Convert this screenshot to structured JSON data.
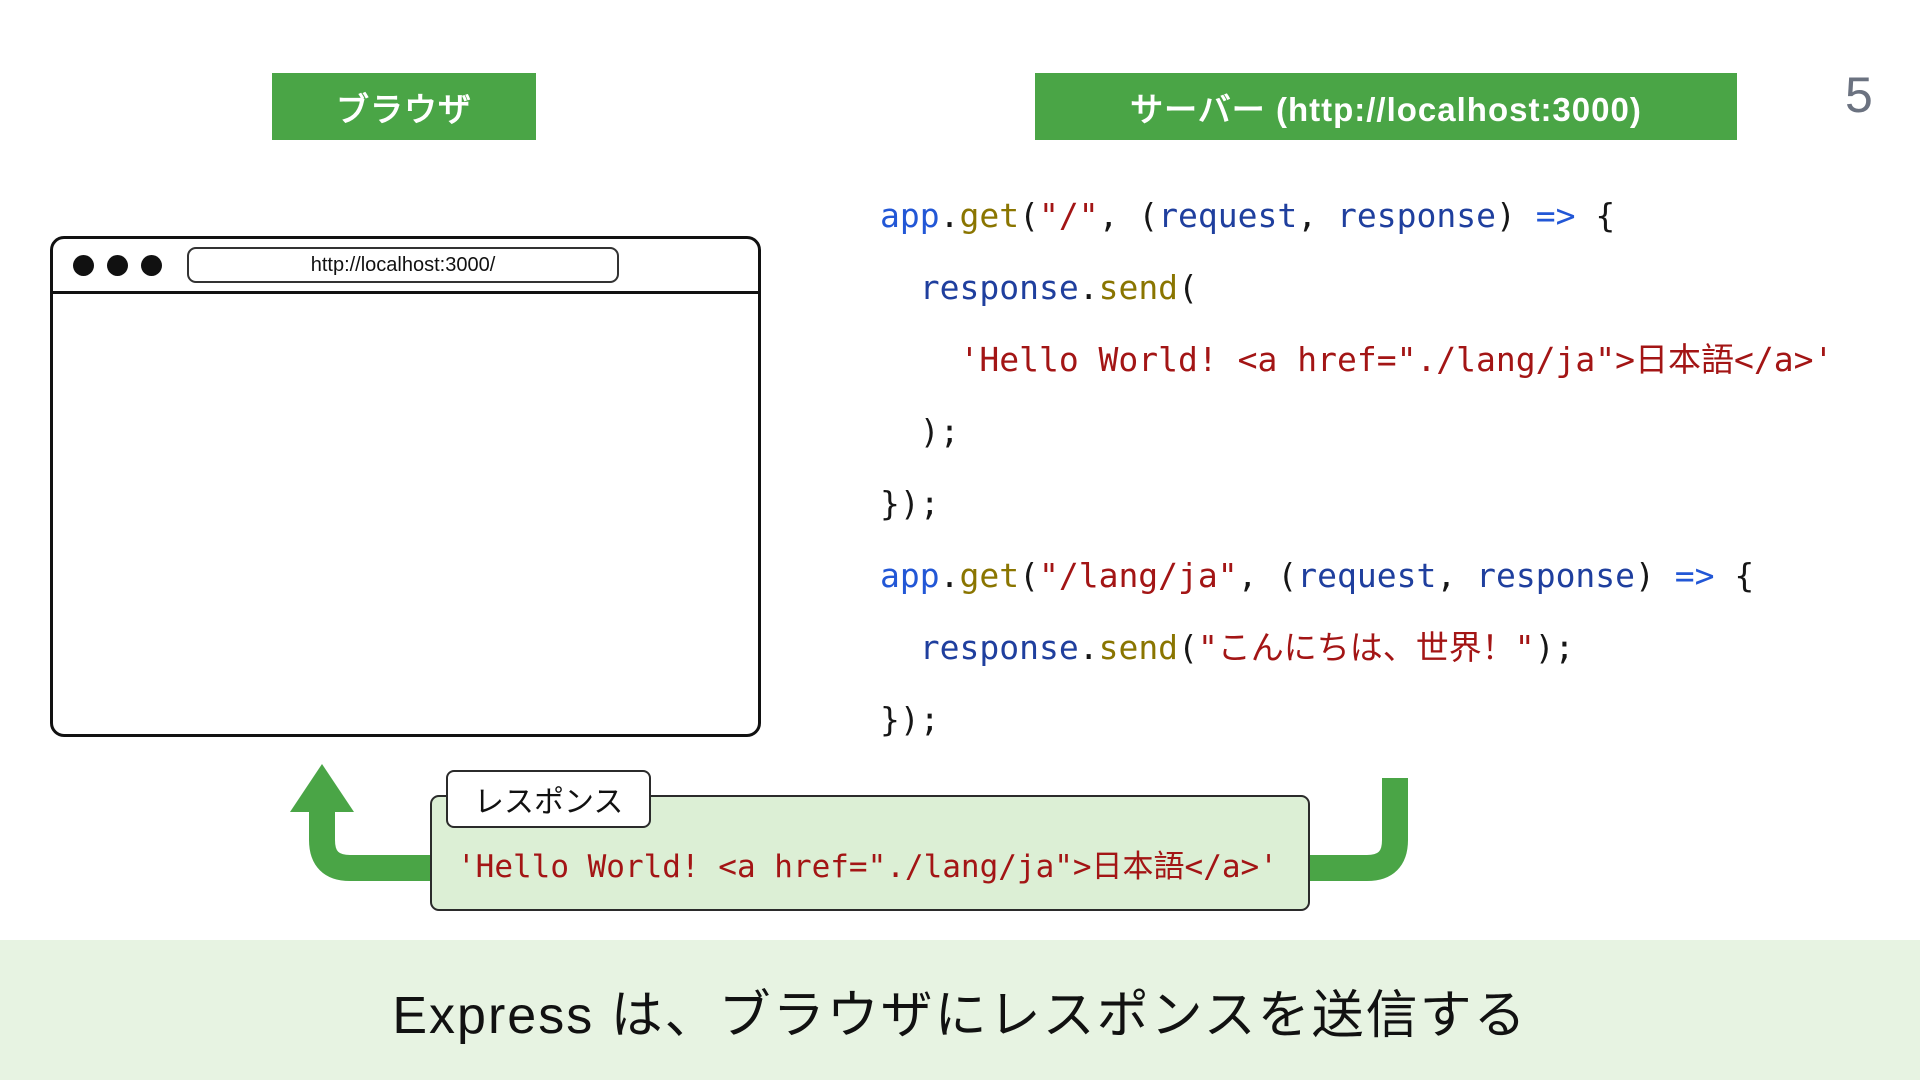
{
  "colors": {
    "green": "#4aa546",
    "box-fill": "#dcefd5",
    "footer-bg": "#e7f3e2",
    "blue": "#2257d6",
    "navy": "#1f3f9e",
    "olive": "#8a7500",
    "red": "#a31515",
    "ink": "#161616",
    "gray": "#6b7280"
  },
  "page": {
    "number": "5"
  },
  "labels": {
    "browser": "ブラウザ",
    "server": "サーバー (http://localhost:3000)"
  },
  "browser_window": {
    "url": "http://localhost:3000/"
  },
  "code": {
    "lines": [
      [
        {
          "t": "blue",
          "x": "app"
        },
        {
          "t": "ink",
          "x": "."
        },
        {
          "t": "olive",
          "x": "get"
        },
        {
          "t": "ink",
          "x": "("
        },
        {
          "t": "red",
          "x": "\"/\""
        },
        {
          "t": "ink",
          "x": ", ("
        },
        {
          "t": "navy",
          "x": "request"
        },
        {
          "t": "ink",
          "x": ", "
        },
        {
          "t": "navy",
          "x": "response"
        },
        {
          "t": "ink",
          "x": ") "
        },
        {
          "t": "blue",
          "x": "=>"
        },
        {
          "t": "ink",
          "x": " {"
        }
      ],
      [
        {
          "t": "ink",
          "x": "  "
        },
        {
          "t": "navy",
          "x": "response"
        },
        {
          "t": "ink",
          "x": "."
        },
        {
          "t": "olive",
          "x": "send"
        },
        {
          "t": "ink",
          "x": "("
        }
      ],
      [
        {
          "t": "ink",
          "x": "    "
        },
        {
          "t": "red",
          "x": "'Hello World! <a href=\"./lang/ja\">日本語</a>'"
        }
      ],
      [
        {
          "t": "ink",
          "x": "  );"
        }
      ],
      [
        {
          "t": "ink",
          "x": "});"
        }
      ],
      [
        {
          "t": "blue",
          "x": "app"
        },
        {
          "t": "ink",
          "x": "."
        },
        {
          "t": "olive",
          "x": "get"
        },
        {
          "t": "ink",
          "x": "("
        },
        {
          "t": "red",
          "x": "\"/lang/ja\""
        },
        {
          "t": "ink",
          "x": ", ("
        },
        {
          "t": "navy",
          "x": "request"
        },
        {
          "t": "ink",
          "x": ", "
        },
        {
          "t": "navy",
          "x": "response"
        },
        {
          "t": "ink",
          "x": ") "
        },
        {
          "t": "blue",
          "x": "=>"
        },
        {
          "t": "ink",
          "x": " {"
        }
      ],
      [
        {
          "t": "ink",
          "x": "  "
        },
        {
          "t": "navy",
          "x": "response"
        },
        {
          "t": "ink",
          "x": "."
        },
        {
          "t": "olive",
          "x": "send"
        },
        {
          "t": "ink",
          "x": "("
        },
        {
          "t": "red",
          "x": "\"こんにちは、世界！\""
        },
        {
          "t": "ink",
          "x": ");"
        }
      ],
      [
        {
          "t": "ink",
          "x": "});"
        }
      ]
    ]
  },
  "response": {
    "tag": "レスポンス",
    "body": "'Hello World! <a href=\"./lang/ja\">日本語</a>'"
  },
  "footer": {
    "text": "Express は、ブラウザにレスポンスを送信する"
  }
}
